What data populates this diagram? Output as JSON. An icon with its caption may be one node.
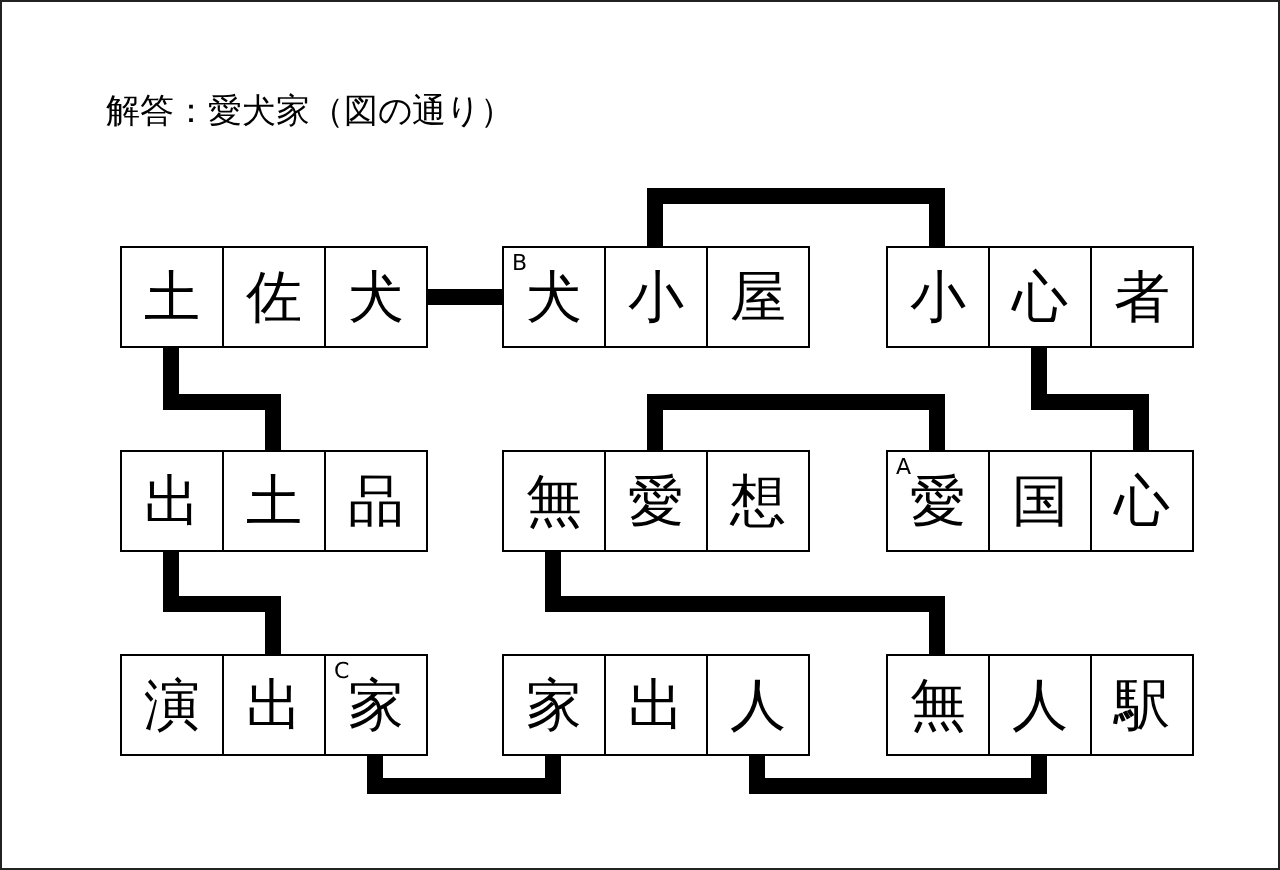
{
  "diagram": {
    "title": "解答：愛犬家（図の通り）",
    "nodes": [
      {
        "text": [
          "土"
        ]
      },
      {
        "text": [
          "佐"
        ]
      },
      {
        "text": [
          "犬"
        ]
      },
      {
        "text": [
          "B",
          "犬"
        ]
      },
      {
        "text": [
          "小"
        ]
      },
      {
        "text": [
          "屋"
        ]
      },
      {
        "text": [
          "小"
        ]
      },
      {
        "text": [
          "心"
        ]
      },
      {
        "text": [
          "者"
        ]
      },
      {
        "text": [
          "出"
        ]
      },
      {
        "text": [
          "土"
        ]
      },
      {
        "text": [
          "品"
        ]
      },
      {
        "text": [
          "無"
        ]
      },
      {
        "text": [
          "愛"
        ]
      },
      {
        "text": [
          "想"
        ]
      },
      {
        "text": [
          "A",
          "愛"
        ]
      },
      {
        "text": [
          "国"
        ]
      },
      {
        "text": [
          "心"
        ]
      },
      {
        "text": [
          "演"
        ]
      },
      {
        "text": [
          "出"
        ]
      },
      {
        "text": [
          "C",
          "家"
        ]
      },
      {
        "text": [
          "家"
        ]
      },
      {
        "text": [
          "出"
        ]
      },
      {
        "text": [
          "人"
        ]
      },
      {
        "text": [
          "無"
        ]
      },
      {
        "text": [
          "人"
        ]
      },
      {
        "text": [
          "駅"
        ]
      }
    ],
    "edges": [
      {
        "from": 2,
        "to": 3,
        "arrow": "none"
      },
      {
        "from": 4,
        "to": 6,
        "arrow": "none"
      },
      {
        "from": 0,
        "to": 10,
        "arrow": "none"
      },
      {
        "from": 7,
        "to": 17,
        "arrow": "none"
      },
      {
        "from": 13,
        "to": 15,
        "arrow": "none"
      },
      {
        "from": 9,
        "to": 19,
        "arrow": "none"
      },
      {
        "from": 12,
        "to": 24,
        "arrow": "none"
      },
      {
        "from": 20,
        "to": 21,
        "arrow": "none"
      },
      {
        "from": 23,
        "to": 25,
        "arrow": "none"
      }
    ]
  }
}
